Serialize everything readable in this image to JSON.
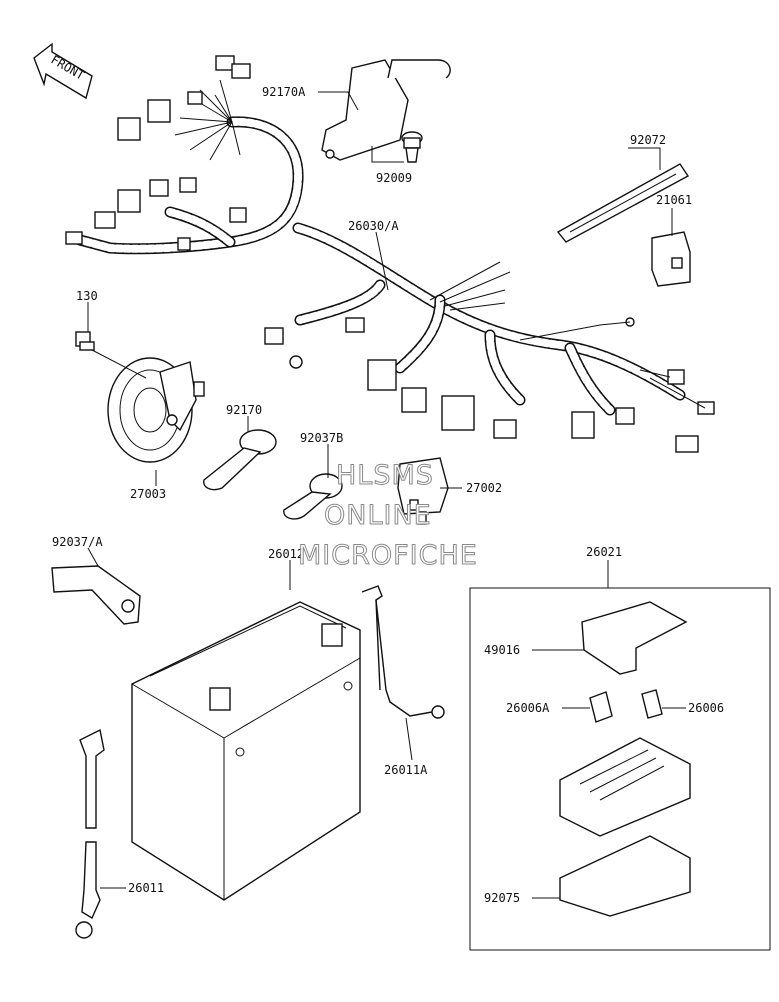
{
  "watermark": [
    "HLSMS",
    "ONLINE",
    "MICROFICHE"
  ],
  "front_arrow": "FRONT",
  "callouts": {
    "p92170A": "92170A",
    "p92009": "92009",
    "p92072": "92072",
    "p21061": "21061",
    "p26030A": "26030/A",
    "p130": "130",
    "p92170": "92170",
    "p92037B": "92037B",
    "p27002": "27002",
    "p27003": "27003",
    "p92037A": "92037/A",
    "p26012": "26012",
    "p26021": "26021",
    "p49016": "49016",
    "p26006A": "26006A",
    "p26006": "26006",
    "p26011A": "26011A",
    "p26011": "26011",
    "p92075": "92075"
  }
}
